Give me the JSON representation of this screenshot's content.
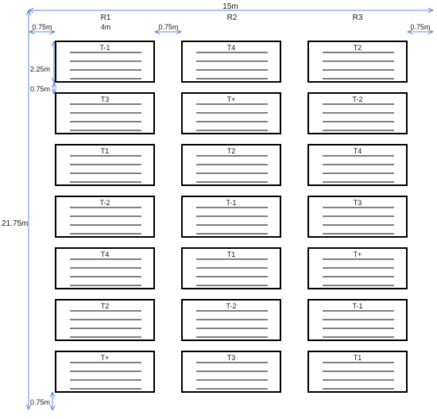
{
  "dimensions": {
    "total_width": "15m",
    "plot_width": "4m",
    "edge_gap_left": "0.75m",
    "col_gap": "0.75m",
    "edge_gap_right": "0.75m",
    "plot_height": "2.25m",
    "row_gap": "0.75m",
    "total_height": "21.75m",
    "bottom_gap": "0.75m"
  },
  "columns": [
    "R1",
    "R2",
    "R3"
  ],
  "plots": [
    [
      "T-1",
      "T3",
      "T1",
      "T-2",
      "T4",
      "T2",
      "T+"
    ],
    [
      "T4",
      "T+",
      "T2",
      "T-1",
      "T1",
      "T-2",
      "T3"
    ],
    [
      "T2",
      "T-2",
      "T4",
      "T3",
      "T+",
      "T-1",
      "T1"
    ]
  ],
  "colors": {
    "dimension": "#5b8fd6",
    "plot_border": "#000000"
  }
}
